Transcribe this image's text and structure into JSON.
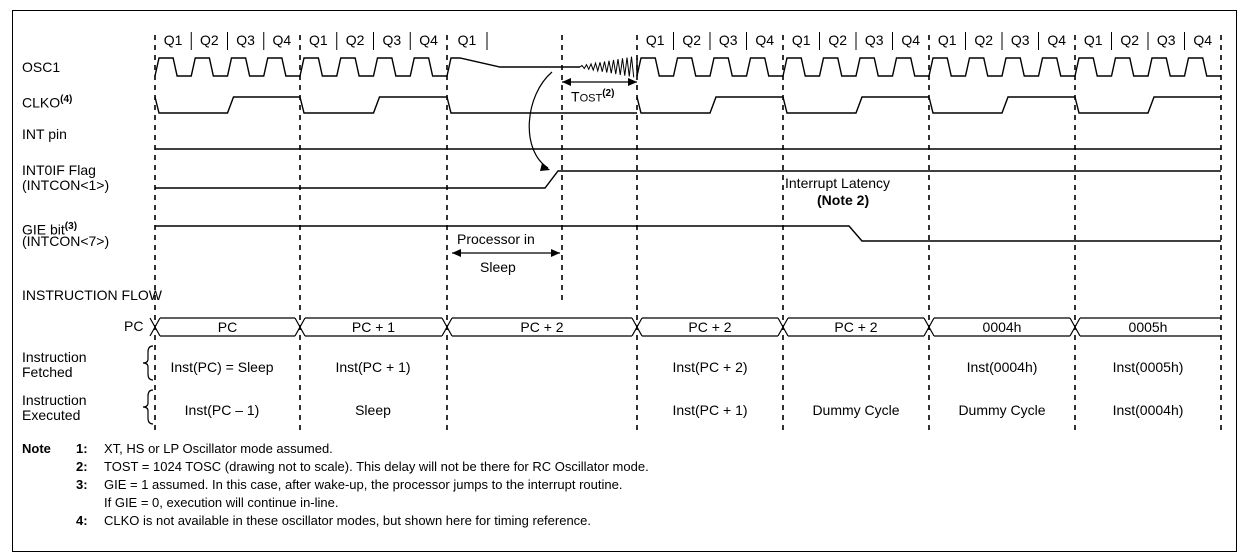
{
  "quarters": [
    "Q1",
    "Q2",
    "Q3",
    "Q4"
  ],
  "partial_quarter": "Q1",
  "signals": {
    "osc1": "OSC1",
    "clko": "CLKO",
    "clko_note": "(4)",
    "int_pin": "INT pin",
    "int0if_line1": "INT0IF Flag",
    "int0if_line2": "(INTCON<1>)",
    "gie_line1": "GIE bit",
    "gie_note": "(3)",
    "gie_line2": "(INTCON<7>)",
    "instruction_flow": "INSTRUCTION FLOW",
    "pc": "PC",
    "fetched_line1": "Instruction",
    "fetched_line2": "Fetched",
    "executed_line1": "Instruction",
    "executed_line2": "Executed"
  },
  "annotations": {
    "tost_prefix": "T",
    "tost_sub": "OST",
    "tost_note": "(2)",
    "processor_line1": "Processor in",
    "processor_line2": "Sleep",
    "latency_line1": "Interrupt Latency",
    "latency_line2": "(Note 2)"
  },
  "pc_values": [
    "PC",
    "PC + 1",
    "PC + 2",
    "PC + 2",
    "PC + 2",
    "0004h",
    "0005h"
  ],
  "fetched": [
    "Inst(PC) = Sleep",
    "Inst(PC + 1)",
    "",
    "Inst(PC + 2)",
    "",
    "Inst(0004h)",
    "Inst(0005h)"
  ],
  "executed": [
    "Inst(PC – 1)",
    "Sleep",
    "",
    "Inst(PC + 1)",
    "Dummy Cycle",
    "Dummy Cycle",
    "Inst(0004h)"
  ],
  "notes": {
    "heading": "Note",
    "items": [
      {
        "num": "1:",
        "text": "XT, HS or LP Oscillator mode assumed."
      },
      {
        "num": "2:",
        "text": "TOST = 1024 TOSC (drawing not to scale). This delay will not be there for RC Oscillator mode."
      },
      {
        "num": "3:",
        "text": "GIE = 1 assumed. In this case, after wake-up, the processor jumps to the interrupt routine."
      },
      {
        "num": "",
        "text": "If GIE = 0, execution will continue in-line."
      },
      {
        "num": "4:",
        "text": "CLKO is not available in these oscillator modes, but shown here for timing reference."
      }
    ]
  }
}
